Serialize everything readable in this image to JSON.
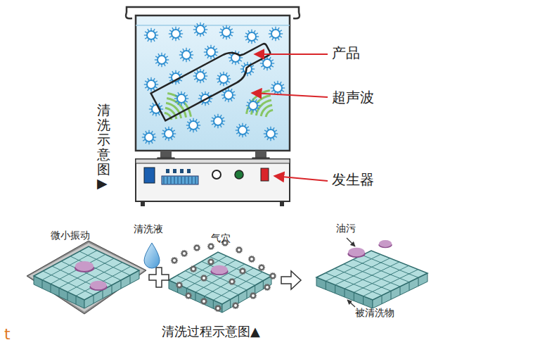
{
  "diagram": {
    "labels": [
      "产品",
      "超声波",
      "发生器",
      "清洗示意图▶",
      "微小振动",
      "清洗液",
      "气穴",
      "油污",
      "被清洗物",
      "清洗过程示意图▲",
      "t"
    ]
  }
}
